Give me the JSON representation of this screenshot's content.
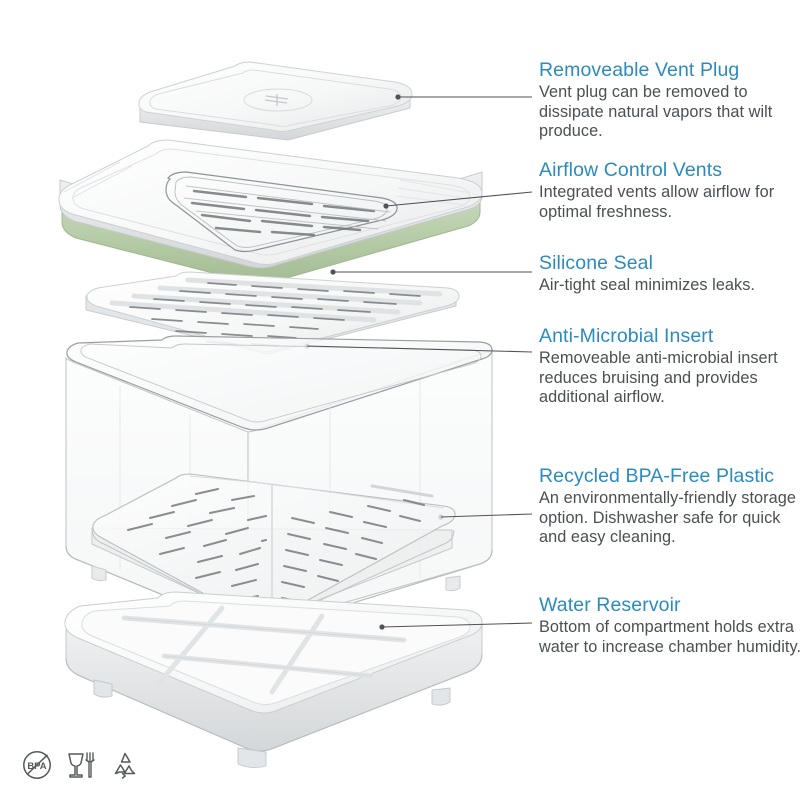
{
  "product": {
    "type": "exploded-view-diagram",
    "description": "Exploded view of a produce storage container showing stacked components",
    "components": [
      {
        "id": "vent-plug",
        "name": "Removeable Vent Plug",
        "material": "white plastic"
      },
      {
        "id": "lid",
        "name": "Lid with Airflow Control Vents",
        "material": "white plastic with clear vent grille"
      },
      {
        "id": "silicone-seal",
        "name": "Silicone Seal",
        "material": "sage green silicone"
      },
      {
        "id": "insert",
        "name": "Anti-Microbial Insert",
        "material": "white slatted tray"
      },
      {
        "id": "container",
        "name": "Recycled BPA-Free Plastic Container",
        "material": "clear plastic"
      },
      {
        "id": "inner-tray",
        "name": "Inner Drainage Tray",
        "material": "clear perforated plastic"
      },
      {
        "id": "base",
        "name": "Water Reservoir Base",
        "material": "white plastic tray"
      }
    ]
  },
  "colors": {
    "heading": "#2a8bbd",
    "body_text": "#4a4f54",
    "silicone_seal": "#b8ccab",
    "leader_line": "#3a3a3a",
    "background": "#ffffff",
    "plastic_white": "#f4f5f5",
    "clear_outline": "#c9cdd0"
  },
  "callouts": [
    {
      "id": "vent-plug",
      "title": "Removeable Vent Plug",
      "body": "Vent plug can be removed to dissipate natural vapors that wilt produce."
    },
    {
      "id": "airflow",
      "title": "Airflow Control Vents",
      "body": "Integrated vents allow airflow for optimal freshness."
    },
    {
      "id": "seal",
      "title": "Silicone Seal",
      "body": "Air-tight seal minimizes leaks."
    },
    {
      "id": "insert",
      "title": "Anti-Microbial Insert",
      "body": "Removeable anti-microbial insert reduces bruising and provides additional airflow."
    },
    {
      "id": "plastic",
      "title": "Recycled BPA-Free Plastic",
      "body": "An environmentally-friendly storage option. Dishwasher safe for quick and easy cleaning."
    },
    {
      "id": "water",
      "title": "Water Reservoir",
      "body": "Bottom of compartment holds extra water to increase chamber humidity."
    }
  ],
  "cert_icons": [
    {
      "id": "bpa-free-icon",
      "label": "BPA",
      "name": "BPA Free"
    },
    {
      "id": "food-safe-icon",
      "label": "",
      "name": "Food Safe (glass and fork)"
    },
    {
      "id": "recycle-icon",
      "label": "",
      "name": "Recyclable"
    }
  ]
}
